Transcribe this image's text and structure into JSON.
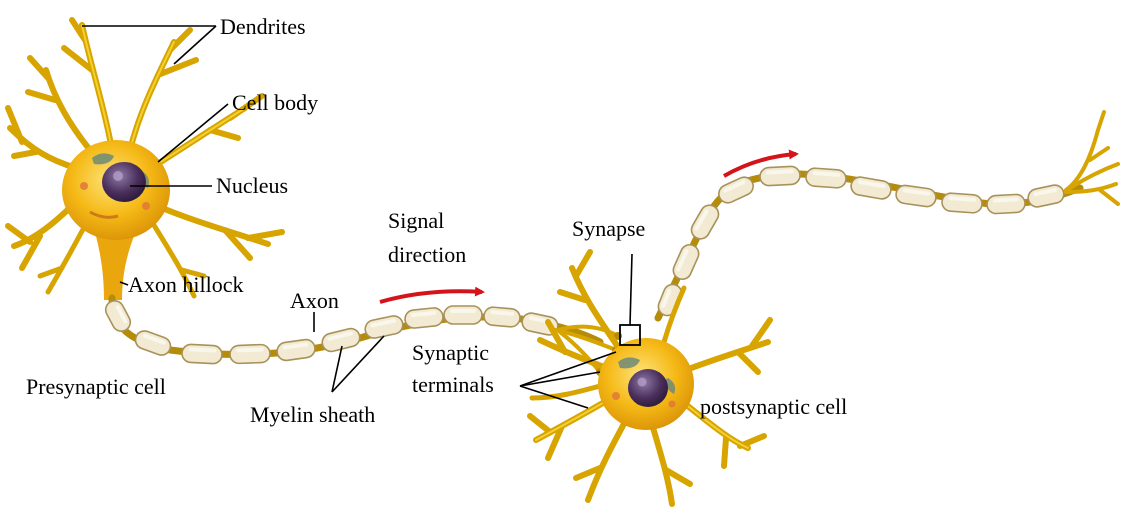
{
  "labels": {
    "dendrites": "Dendrites",
    "cell_body": "Cell body",
    "nucleus": "Nucleus",
    "axon_hillock": "Axon hillock",
    "axon": "Axon",
    "signal_direction_line1": "Signal",
    "signal_direction_line2": "direction",
    "synapse": "Synapse",
    "synaptic_terminals_line1": "Synaptic",
    "synaptic_terminals_line2": "terminals",
    "presynaptic_cell": "Presynaptic cell",
    "myelin_sheath": "Myelin sheath",
    "postsynaptic_cell": "postsynaptic cell"
  },
  "colors": {
    "cell_body": "#f1b515",
    "dendrite": "#d7a400",
    "nucleus": "#4a2f5c",
    "myelin": "#f2ead2",
    "signal_arrow": "#d4141a",
    "label_text": "#000000"
  }
}
